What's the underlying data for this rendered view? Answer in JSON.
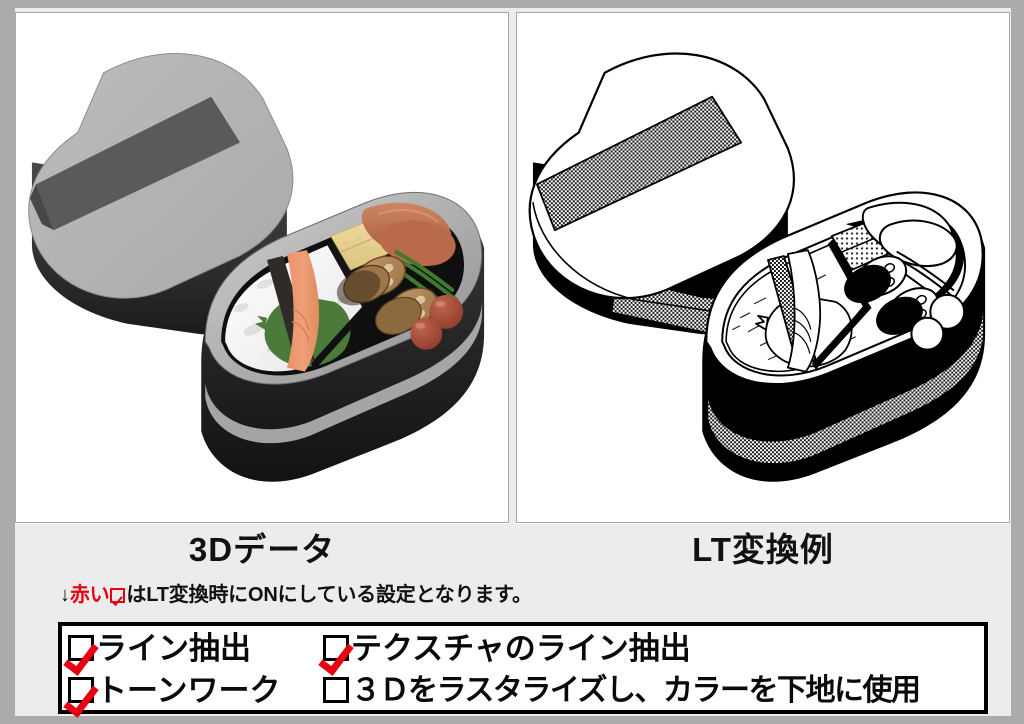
{
  "theme": {
    "outer_bg": "#ababab",
    "panel_bg": "#ececec",
    "image_bg": "#ffffff",
    "accent_red": "#e60012",
    "ink": "#111111"
  },
  "panels": [
    {
      "id": "three-d-data",
      "caption": "3Dデータ",
      "description": "3D rendered bento box with lid, rice, salmon, shiso leaf, tamagoyaki, lotus root, sausages, green beans and cherry tomatoes"
    },
    {
      "id": "lt-conversion-example",
      "caption": "LT変換例",
      "description": "Line-art / halftone LT conversion of the same bento box"
    }
  ],
  "note": {
    "arrow": "↓",
    "red_prefix": "赤い",
    "rest": "はLT変換時にONにしている設定となります。"
  },
  "settings": {
    "rows": [
      [
        {
          "label": "ライン抽出",
          "checked": true
        },
        {
          "label": "テクスチャのライン抽出",
          "checked": true
        }
      ],
      [
        {
          "label": "トーンワーク",
          "checked": true
        },
        {
          "label": "３Ｄをラスタライズし、カラーを下地に使用",
          "checked": false
        }
      ]
    ]
  }
}
